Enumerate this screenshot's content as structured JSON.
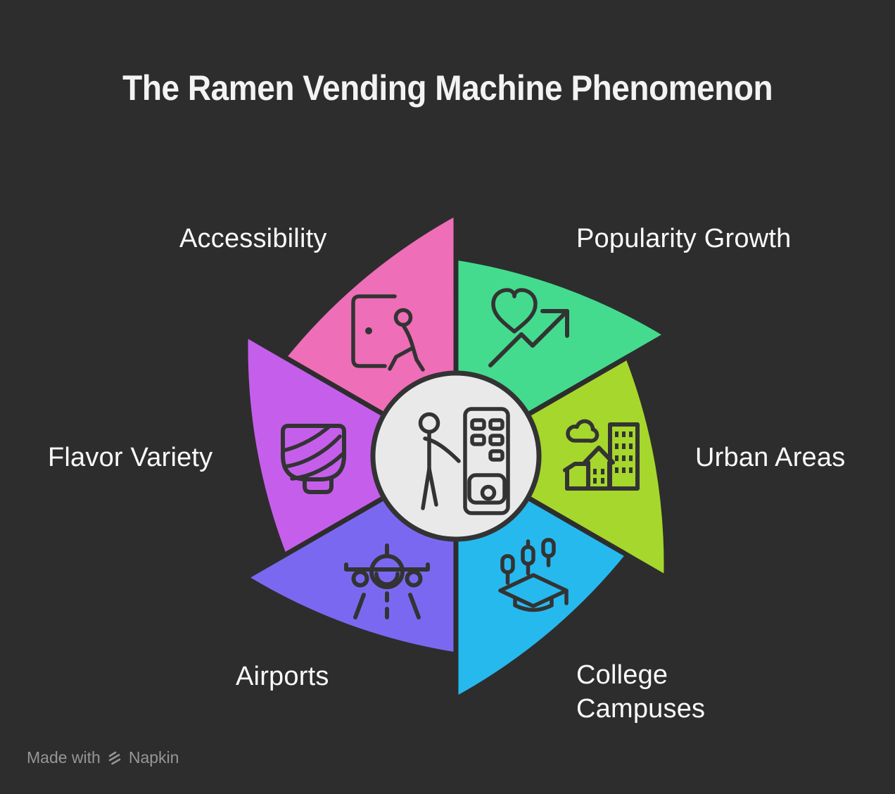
{
  "title": "The Ramen Vending Machine Phenomenon",
  "segments": [
    {
      "label": "Accessibility",
      "color": "#ef6eb8",
      "icon": "door-walk-icon"
    },
    {
      "label": "Popularity Growth",
      "color": "#44db8e",
      "icon": "heart-trend-up-icon"
    },
    {
      "label": "Urban Areas",
      "color": "#a6d72c",
      "icon": "city-buildings-icon"
    },
    {
      "label": "College Campuses",
      "color": "#26b9ee",
      "icon": "graduation-cap-chart-icon"
    },
    {
      "label": "Airports",
      "color": "#7a69f0",
      "icon": "airplane-runway-icon"
    },
    {
      "label": "Flavor Variety",
      "color": "#c55feb",
      "icon": "ramen-bowl-icon"
    }
  ],
  "center": {
    "icon": "person-vending-machine-icon"
  },
  "watermark": {
    "made_with": "Made with",
    "brand": "Napkin"
  },
  "colors": {
    "background": "#2d2d2d",
    "icon_stroke": "#333333",
    "center_fill": "#e9e9e9",
    "title_text": "#f3f3f3",
    "label_text": "#fafafa",
    "watermark_text": "#969696"
  }
}
